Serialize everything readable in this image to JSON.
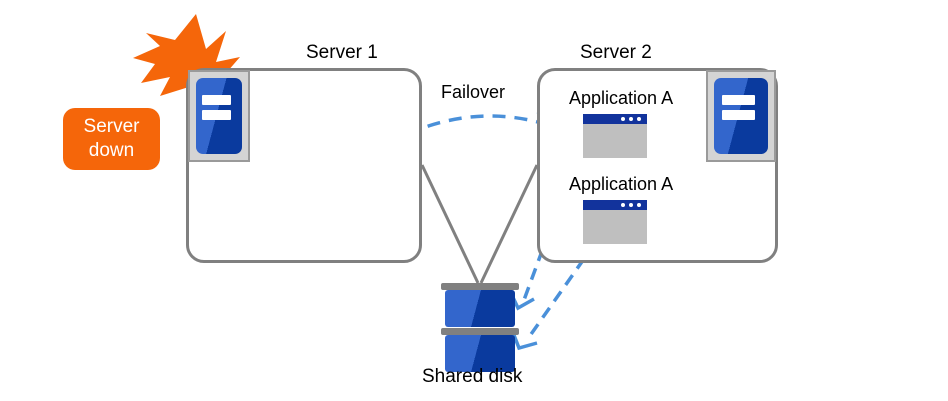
{
  "diagram": {
    "title": "Failover cluster diagram",
    "colors": {
      "accent_orange": "#f5660a",
      "server_blue_light": "#3366cc",
      "server_blue_dark": "#0a3a9e",
      "arrow_blue": "#4a90d9",
      "outline_gray": "#808080",
      "icon_gray": "#bfbfbf"
    },
    "server1": {
      "title": "Server 1",
      "icon_name": "server-machine-icon",
      "applications": []
    },
    "server2": {
      "title": "Server 2",
      "icon_name": "server-machine-icon",
      "applications": [
        {
          "label": "Application A",
          "icon_name": "application-window-icon"
        },
        {
          "label": "Application A",
          "icon_name": "application-window-icon"
        }
      ]
    },
    "failover": {
      "label": "Failover",
      "arrow_name": "failover-dashed-arrow"
    },
    "shared_disk": {
      "label": "Shared disk",
      "icon_name": "shared-disk-icon"
    },
    "alert": {
      "label_line1": "Server",
      "label_line2": "down",
      "burst_name": "lightning-burst-icon"
    }
  }
}
